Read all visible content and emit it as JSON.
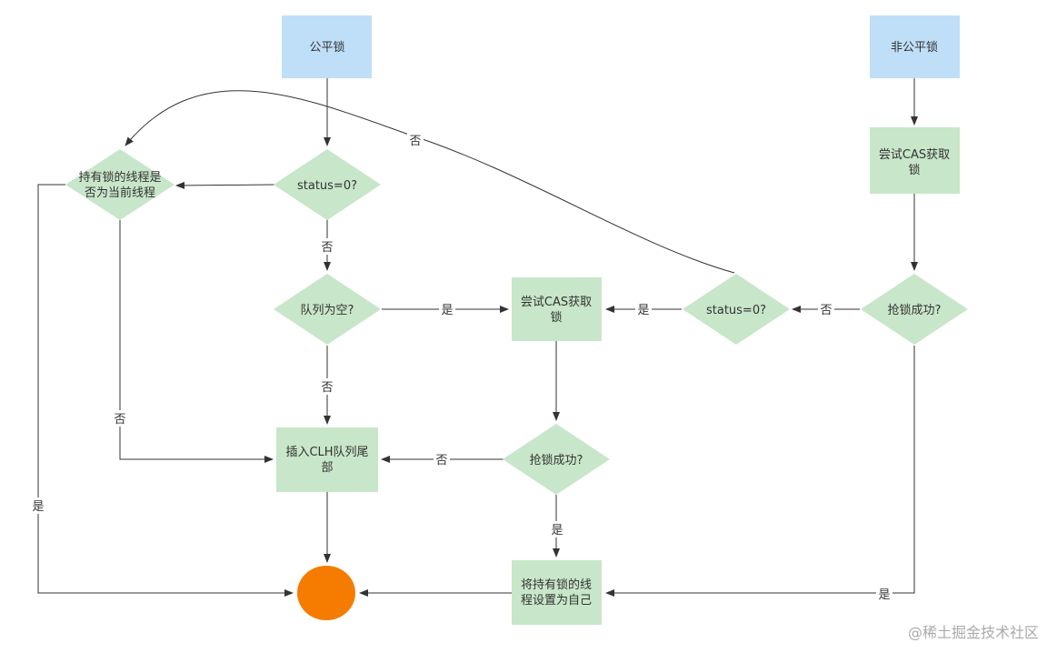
{
  "colors": {
    "start_fill": "#bfdff9",
    "process_fill": "#c8e6c9",
    "decision_fill": "#c8e6c9",
    "end_fill": "#f57c00",
    "edge": "#333333"
  },
  "nodes": {
    "fair_lock": "公平锁",
    "nonfair_lock": "非公平锁",
    "holder_check_l1": "持有锁的线程是",
    "holder_check_l2": "否为当前线程",
    "status_check_1": "status=0?",
    "queue_empty": "队列为空?",
    "cas_try_nonfair_l1": "尝试CAS获取",
    "cas_try_nonfair_l2": "锁",
    "cas_try_mid_l1": "尝试CAS获取",
    "cas_try_mid_l2": "锁",
    "status_check_2": "status=0?",
    "grab_success_right": "抢锁成功?",
    "grab_success_mid": "抢锁成功?",
    "insert_clh_l1": "插入CLH队列尾",
    "insert_clh_l2": "部",
    "set_owner_l1": "将持有锁的线",
    "set_owner_l2": "程设置为自己"
  },
  "edge_labels": {
    "status2_to_holder": "否",
    "status1_to_queue": "否",
    "queue_to_cas": "是",
    "status2_to_cas": "是",
    "grab_right_to_status2": "否",
    "queue_to_insert": "否",
    "holder_to_insert": "否",
    "grab_mid_to_insert": "否",
    "grab_mid_to_set": "是",
    "holder_to_end": "是",
    "grab_right_to_set": "是"
  },
  "watermark": "@稀土掘金技术社区"
}
